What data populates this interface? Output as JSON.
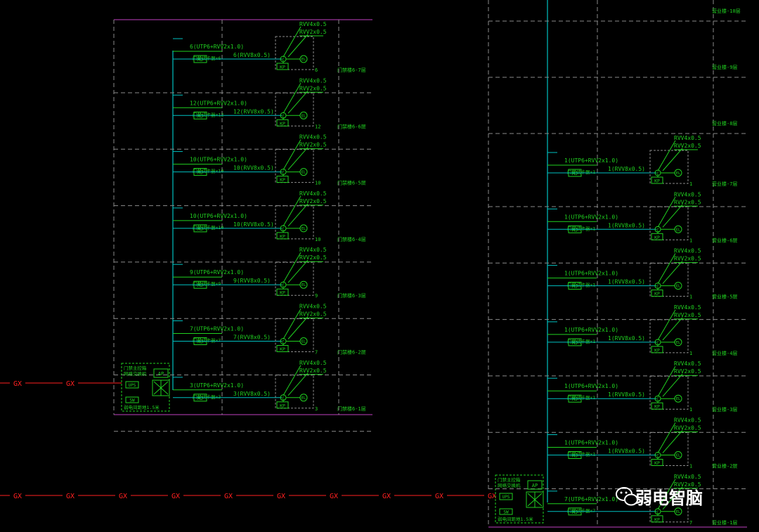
{
  "colors": {
    "background": "#000000",
    "border": "#c040c0",
    "trunk": "#00c0c0",
    "component": "#20d020",
    "feeder": "#ff2020",
    "grid": "#8a8a8a",
    "floor_label": "#20d020"
  },
  "feeder_label": "GX",
  "component_labels": {
    "reader": "MJ",
    "reader_prefix": "门禁读卡器",
    "keypad": "KP",
    "lock": "EL",
    "controller": "C",
    "cable_top": "RVV4x0.5",
    "cable_bottom": "RVV2x0.5",
    "panel_title": "门禁主控箱\n网络交换机",
    "panel_ap": "AP",
    "panel_ups": "UPS",
    "panel_sw": "SW",
    "panel_note": "弱电间距地1.5米"
  },
  "left_rows": [
    {
      "uplink": "6(UTP6+RVV2x1.0)",
      "count": "6",
      "downlink": "6(RVV8x0.5)",
      "tag": "6",
      "floor": "门禁楼6-7层"
    },
    {
      "uplink": "12(UTP6+RVV2x1.0)",
      "count": "12",
      "downlink": "12(RVV8x0.5)",
      "tag": "12",
      "floor": "门禁楼6-6层"
    },
    {
      "uplink": "10(UTP6+RVV2x1.0)",
      "count": "10",
      "downlink": "10(RVV8x0.5)",
      "tag": "10",
      "floor": "门禁楼6-5层"
    },
    {
      "uplink": "10(UTP6+RVV2x1.0)",
      "count": "10",
      "downlink": "10(RVV8x0.5)",
      "tag": "10",
      "floor": "门禁楼6-4层"
    },
    {
      "uplink": "9(UTP6+RVV2x1.0)",
      "count": "9",
      "downlink": "9(RVV8x0.5)",
      "tag": "9",
      "floor": "门禁楼6-3层"
    },
    {
      "uplink": "7(UTP6+RVV2x1.0)",
      "count": "7",
      "downlink": "7(RVV8x0.5)",
      "tag": "7",
      "floor": "门禁楼6-2层"
    },
    {
      "uplink": "3(UTP6+RVV2x1.0)",
      "count": "3",
      "downlink": "3(RVV8x0.5)",
      "tag": "3",
      "floor": "门禁楼6-1层"
    }
  ],
  "right_rows": [
    {
      "uplink": "1(UTP6+RVV2x1.0)",
      "count": "1",
      "downlink": "1(RVV8x0.5)",
      "tag": "1",
      "floor": "营业楼-7层"
    },
    {
      "uplink": "1(UTP6+RVV2x1.0)",
      "count": "1",
      "downlink": "1(RVV8x0.5)",
      "tag": "1",
      "floor": "营业楼-6层"
    },
    {
      "uplink": "1(UTP6+RVV2x1.0)",
      "count": "1",
      "downlink": "1(RVV8x0.5)",
      "tag": "1",
      "floor": "营业楼-5层"
    },
    {
      "uplink": "1(UTP6+RVV2x1.0)",
      "count": "1",
      "downlink": "1(RVV8x0.5)",
      "tag": "1",
      "floor": "营业楼-4层"
    },
    {
      "uplink": "1(UTP6+RVV2x1.0)",
      "count": "1",
      "downlink": "1(RVV8x0.5)",
      "tag": "1",
      "floor": "营业楼-3层"
    },
    {
      "uplink": "1(UTP6+RVV2x1.0)",
      "count": "1",
      "downlink": "1(RVV8x0.5)",
      "tag": "1",
      "floor": "营业楼-2层"
    },
    {
      "uplink": "7(UTP6+RVV2x1.0)",
      "count": "7",
      "downlink": "",
      "tag": "7",
      "floor": "营业楼-1层"
    }
  ],
  "right_upper_floors": [
    "营业楼-10层",
    "营业楼-9层",
    "营业楼-8层"
  ],
  "watermark": "弱电智脑"
}
